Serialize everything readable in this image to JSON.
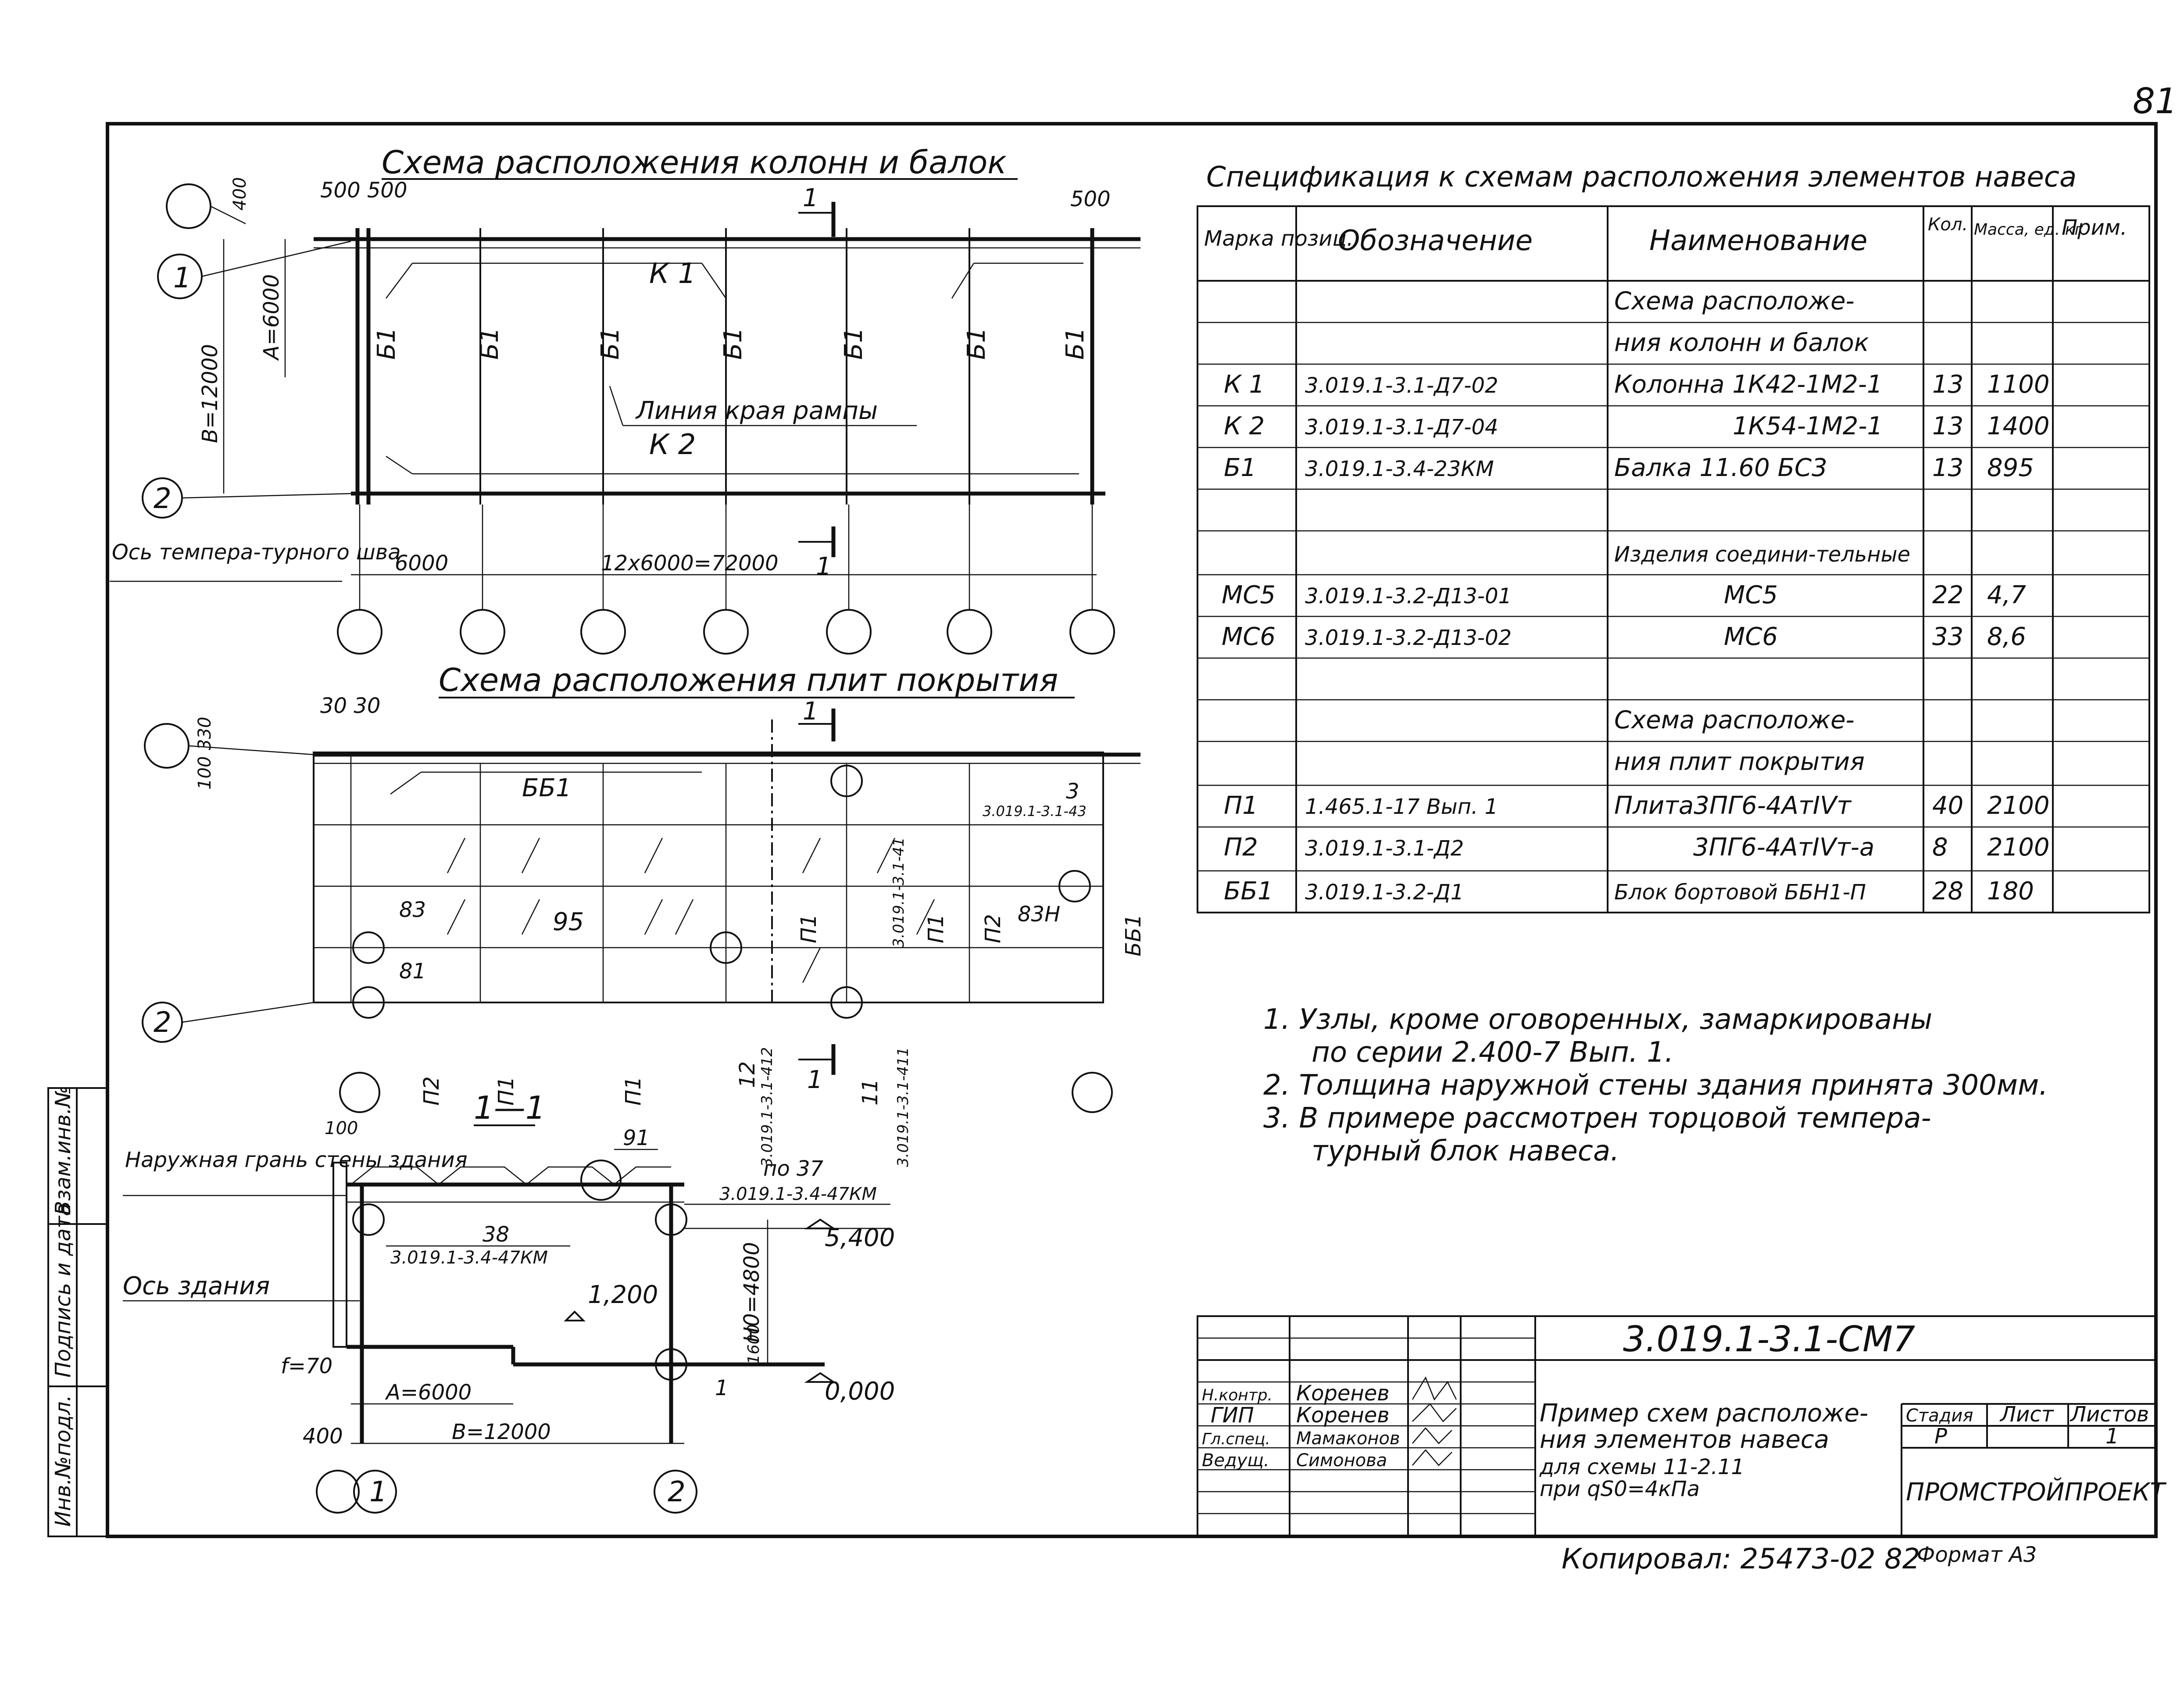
{
  "page_number": "81",
  "scheme_columns": {
    "title": "Схема расположения колонн и балок",
    "axis_letters": [
      "1",
      "2"
    ],
    "dims": {
      "top_left": "500 500",
      "top_right": "500",
      "top_offset": "400",
      "span_a": "А=6000",
      "span_b": "В=12000",
      "step": "6000",
      "total": "12х6000=72000"
    },
    "beam_label": "Б1",
    "column_top": "К 1",
    "column_bottom": "К 2",
    "ramp_edge": "Линия края рампы",
    "temp_joint": "Ось темпера-турного шва",
    "section_mark": "1"
  },
  "scheme_plates": {
    "title": "Схема расположения плит покрытия",
    "dims": {
      "top": "30 30",
      "side_top": "330",
      "side_bottom": "100"
    },
    "labels": {
      "bb1": "ББ1",
      "n3": "3",
      "ref3": "3.019.1-3.1-43",
      "n83": "83",
      "n81": "81",
      "n95": "95",
      "n83h": "83Н",
      "p1": "П1",
      "p2": "П2",
      "n12": "12",
      "n11": "11",
      "ref_a": "3.019.1-3.1-41",
      "ref_b": "3.019.1-3.1-412",
      "ref_c": "3.019.1-3.1-411"
    }
  },
  "section": {
    "title": "1—1",
    "outer_face": "Наружная грань стены здания",
    "building_axis": "Ось здания",
    "n91": "91",
    "n37": "по 37",
    "ref37": "3.019.1-3.4-47КМ",
    "n38": "38",
    "ref38": "3.019.1-3.4-47КМ",
    "el_top": "5,400",
    "el_mid": "1,200",
    "el_zero": "0,000",
    "h0": "Н0=4800",
    "n100": "100",
    "n1600": "1600",
    "f70": "f=70",
    "a6000": "А=6000",
    "b12000": "В=12000",
    "n400": "400",
    "node1": "1",
    "axis_1": "1",
    "axis_2": "2"
  },
  "spec": {
    "title": "Спецификация к схемам расположения элементов навеса",
    "headers": [
      "Марка позиц.",
      "Обозначение",
      "Наименование",
      "Кол.",
      "Масса, ед. кг",
      "Прим."
    ],
    "rows": [
      [
        "",
        "",
        "Схема расположе-",
        "",
        "",
        ""
      ],
      [
        "",
        "",
        "ния колонн и балок",
        "",
        "",
        ""
      ],
      [
        "К 1",
        "3.019.1-3.1-Д7-02",
        "Колонна 1К42-1М2-1",
        "13",
        "1100",
        ""
      ],
      [
        "К 2",
        "3.019.1-3.1-Д7-04",
        "1К54-1М2-1",
        "13",
        "1400",
        ""
      ],
      [
        "Б1",
        "3.019.1-3.4-23КМ",
        "Балка 11.60 БС3",
        "13",
        "895",
        ""
      ],
      [
        "",
        "",
        "",
        "",
        "",
        ""
      ],
      [
        "",
        "",
        "Изделия соедини-тельные",
        "",
        "",
        ""
      ],
      [
        "МС5",
        "3.019.1-3.2-Д13-01",
        "МС5",
        "22",
        "4,7",
        ""
      ],
      [
        "МС6",
        "3.019.1-3.2-Д13-02",
        "МС6",
        "33",
        "8,6",
        ""
      ],
      [
        "",
        "",
        "",
        "",
        "",
        ""
      ],
      [
        "",
        "",
        "Схема расположе-",
        "",
        "",
        ""
      ],
      [
        "",
        "",
        "ния плит покрытия",
        "",
        "",
        ""
      ],
      [
        "П1",
        "1.465.1-17 Вып. 1",
        "Плита3ПГ6-4АтIVт",
        "40",
        "2100",
        ""
      ],
      [
        "П2",
        "3.019.1-3.1-Д2",
        "3ПГ6-4АтIVт-а",
        "8",
        "2100",
        ""
      ],
      [
        "ББ1",
        "3.019.1-3.2-Д1",
        "Блок бортовой ББН1-П",
        "28",
        "180",
        ""
      ]
    ]
  },
  "notes": [
    "1. Узлы, кроме оговоренных, замаркированы",
    "по серии 2.400-7 Вып. 1.",
    "2. Толщина наружной стены здания принята 300мм.",
    "3. В примере рассмотрен торцовой темпера-",
    "турный блок навеса."
  ],
  "title_block": {
    "code": "3.019.1-3.1-СМ7",
    "description": [
      "Пример схем расположе-",
      "ния элементов навеса",
      "для схемы 11-2.11",
      "при qS0=4кПа"
    ],
    "stage_header": "Стадия",
    "sheet_header": "Лист",
    "sheets_header": "Листов",
    "stage": "Р",
    "sheets": "1",
    "org": "ПРОМСТРОЙПРОЕКТ",
    "roles": [
      {
        "role": "Н.контр.",
        "name": "Коренев"
      },
      {
        "role": "ГИП",
        "name": "Коренев"
      },
      {
        "role": "Гл.спец.",
        "name": "Мамаконов"
      },
      {
        "role": "Ведущ.",
        "name": "Симонова"
      }
    ]
  },
  "side_stamp": [
    "Инв.№подл.",
    "Подпись и дата",
    "Взам.инв.№"
  ],
  "copied": "Копировал: 25473-02 82",
  "format": "Формат А3"
}
